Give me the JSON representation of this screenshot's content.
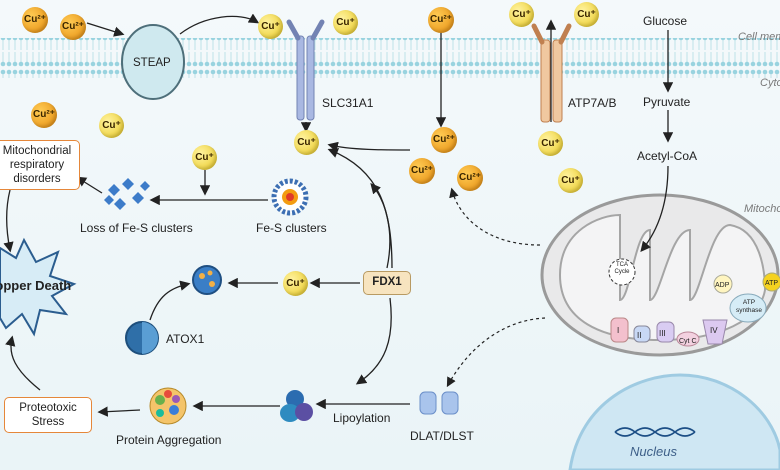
{
  "labels": {
    "cell_membrane": "Cell membrane",
    "cytoplasm": "Cytoplasm",
    "mitochondria": "Mitochondria",
    "steap": "STEAP",
    "slc31a1": "SLC31A1",
    "atp7ab": "ATP7A/B",
    "glucose": "Glucose",
    "pyruvate": "Pyruvate",
    "acetyl_coa": "Acetyl-CoA",
    "mito_disorders": "Mitochondrial respiratory disorders",
    "loss_fes": "Loss of Fe-S clusters",
    "fes_clusters": "Fe-S clusters",
    "copper_death": "Copper Death",
    "fdx1": "FDX1",
    "atox1": "ATOX1",
    "proteotoxic": "Proteotoxic Stress",
    "protein_aggregation": "Protein Aggregation",
    "lipoylation": "Lipoylation",
    "dlat_dlst": "DLAT/DLST",
    "nucleus": "Nucleus",
    "tca": "TCA Cycle",
    "adp": "ADP",
    "atp": "ATP",
    "atp_synthase": "ATP synthase",
    "complex_1": "I",
    "complex_2": "II",
    "complex_3": "III",
    "cyt_c": "Cyt C",
    "complex_4": "IV"
  },
  "ions": {
    "cu2": "Cu²⁺",
    "cu1": "Cu⁺"
  },
  "colors": {
    "membrane": "#b9dfe6",
    "cu2": "#f0a020",
    "cu1": "#f2d63a",
    "box_border": "#e5873a",
    "fdx1_box": "#f7e4bf",
    "atox1": "#2f6fa8"
  }
}
